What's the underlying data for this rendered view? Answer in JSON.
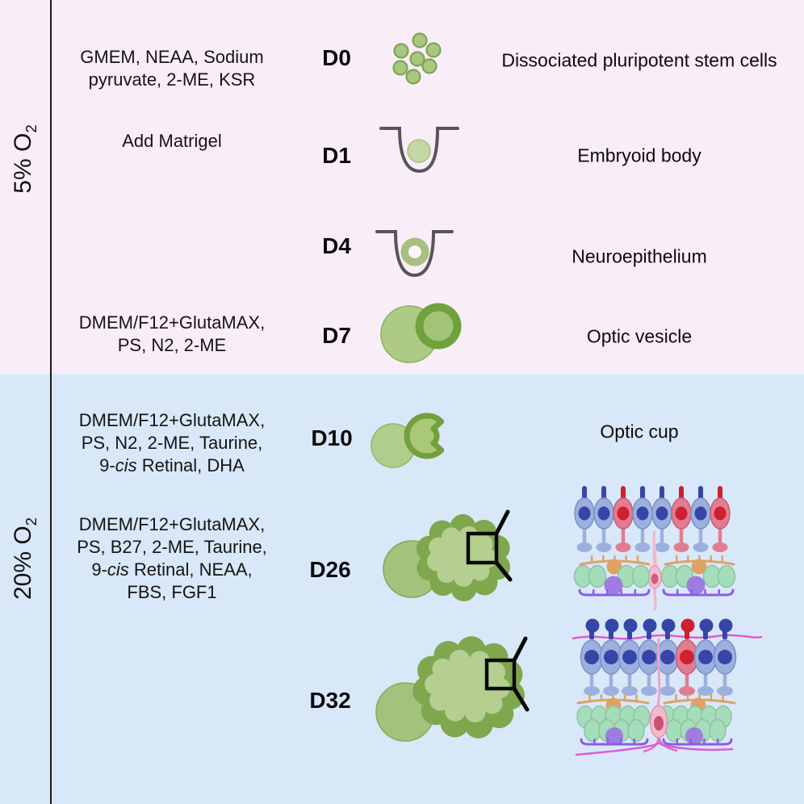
{
  "sections": [
    {
      "name": "hypoxia",
      "label_prefix": "5% O",
      "label_sub": "2",
      "bg": "#f9eef8"
    },
    {
      "name": "normoxia",
      "label_prefix": "20% O",
      "label_sub": "2",
      "bg": "#d9e8f8"
    }
  ],
  "rows": [
    {
      "day": "D0",
      "media_lines": [
        "GMEM, NEAA, Sodium",
        "pyruvate, 2-ME, KSR"
      ],
      "stage": "Dissociated pluripotent stem cells"
    },
    {
      "day": "D1",
      "media_lines": [
        "Add Matrigel"
      ],
      "stage": "Embryoid body"
    },
    {
      "day": "D4",
      "media_lines": [],
      "stage": "Neuroepithelium"
    },
    {
      "day": "D7",
      "media_lines": [
        "DMEM/F12+GlutaMAX,",
        "PS, N2, 2-ME"
      ],
      "stage": "Optic vesicle"
    },
    {
      "day": "D10",
      "media_lines": [
        "DMEM/F12+GlutaMAX,",
        "PS, N2, 2-ME, Taurine,",
        "9-*cis* Retinal, DHA"
      ],
      "stage": "Optic cup"
    },
    {
      "day": "D26",
      "media_lines": [
        "DMEM/F12+GlutaMAX,",
        "PS, B27, 2-ME, Taurine,",
        "9-*cis* Retinal, NEAA,",
        "FBS, FGF1"
      ],
      "stage": ""
    },
    {
      "day": "D32",
      "media_lines": [],
      "stage": ""
    }
  ],
  "retina_d26": {
    "pattern": [
      "blue",
      "blue",
      "red",
      "blue",
      "blue",
      "red",
      "blue",
      "red"
    ]
  },
  "retina_d32": {
    "pattern": [
      "blue",
      "blue",
      "blue",
      "blue",
      "blue",
      "red",
      "blue",
      "blue"
    ]
  },
  "palette": {
    "pink_bg": "#f9eef8",
    "blue_bg": "#d9e8f8",
    "divider": "#1b1b1b",
    "green_fill": "#a9c87f",
    "green_stroke": "#7fa353",
    "green_light": "#c3d7a4",
    "green_light_stroke": "#a8c183",
    "green_mid": "#a6c07f",
    "green_dark": "#6fa23e",
    "well_stroke": "#57545a",
    "organoid_outer": "#7fa74d",
    "organoid_inner": "#b4cf90",
    "organoid_back": "#a3c37c",
    "organoid_back_stroke": "#8aa95e",
    "cup_fill": "#a9c979",
    "cup_stroke": "#74a03c",
    "callout": "#0a0a0a",
    "pr_blue_body": "#9db0dd",
    "pr_blue_stroke": "#7a90ca",
    "pr_blue_dark": "#3546a8",
    "pr_red_body": "#e07d92",
    "pr_red_stroke": "#c95e77",
    "pr_red_dark": "#d01f2f",
    "horizontal_cell_orange": "#dfa264",
    "bipolar_green": "#a5dcba",
    "bipolar_green_stroke": "#8bc4a1",
    "amacrine_purple": "#9f7ce0",
    "ipl_purple": "#8b5ce6",
    "muller_body": "#f3bcd1",
    "muller_stroke": "#e79ab8",
    "muller_nucleus": "#cf5d7d",
    "muller_light": "#f5c6d8",
    "ganglion_magenta": "#d95fd0"
  }
}
